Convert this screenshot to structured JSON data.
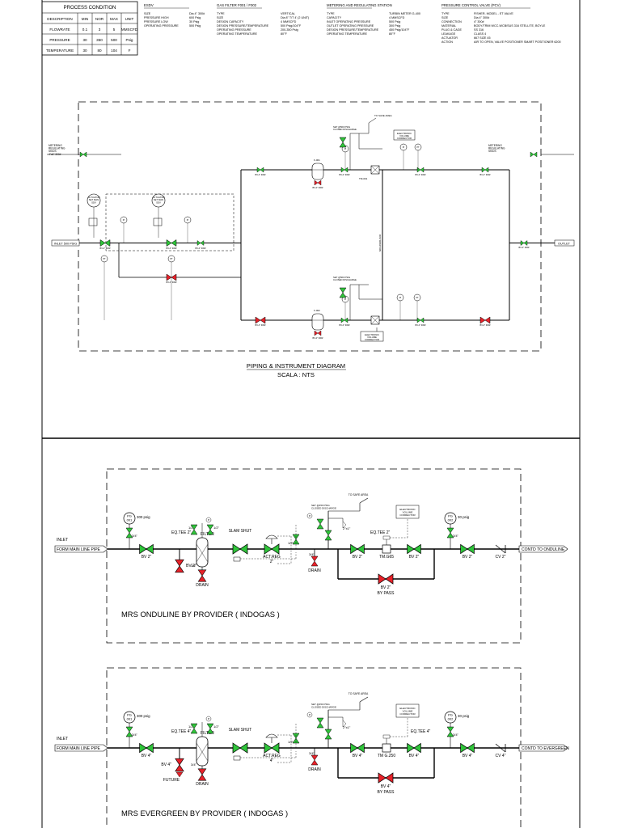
{
  "process_table": {
    "title": "PROCESS CONDITION",
    "headers": [
      "DESCRIPTION",
      "MIN",
      "NOR",
      "MAX",
      "UNIT"
    ],
    "rows": [
      [
        "FLOWRATE",
        "0.1",
        "3",
        "5",
        "MMSCFD"
      ],
      [
        "PRESSURE",
        "30",
        "350",
        "500",
        "Psig"
      ],
      [
        "TEMPERATURE",
        "30",
        "80",
        "104",
        "F"
      ]
    ]
  },
  "spec_blocks": [
    {
      "title": "ESDV",
      "keys": [
        "SIZE",
        "PRESSURE HIGH",
        "PRESSURE LOW",
        "OPERATING PRESSURE"
      ],
      "values": [
        "Dia 4\" 300#",
        "600 Psig",
        "30 Psig",
        "500 Psig"
      ]
    },
    {
      "title": "GAS FILTER F001 / F002",
      "keys": [
        "TYPE",
        "SIZE",
        "DESIGN CAPACITY",
        "DESIGN PRESSURE/TEMPERATURE",
        "OPERATING PRESSURE",
        "OPERATING TEMPERATURE"
      ],
      "values": [
        "VERTICAL",
        "Dia 8\" T/T 4' (2 UNIT)",
        "4 MMSCFD",
        "500 Psig/104°F",
        "200-350 Psig",
        "80°F"
      ]
    },
    {
      "title": "METERING AND REGULATING STATION",
      "keys": [
        "TYPE",
        "CAPACITY",
        "INLET OPERATING PRESSURE",
        "OUTLET OPERATING PRESSURE",
        "DESIGN PRESSURE/TEMPERATURE",
        "OPERATING TEMPERATURE"
      ],
      "values": [
        "TURBIN METER G-400",
        "4 MMSCFD",
        "500 Psig",
        "300 Psig",
        "450 Psig/104°F",
        "80°F"
      ]
    },
    {
      "title": "PRESSURE CONTROL VALVE (PCV)",
      "keys": [
        "TYPE",
        "SIZE",
        "CONNECTION",
        "MATERIAL",
        "PLUG & CAGE",
        "LEAKAGE",
        "ACTUATOR",
        "ACTION"
      ],
      "values": [
        "FISHER, MODEL - ET VALVE",
        "Dia 4\" 300#",
        "4\" 300#",
        "BODY/TRIM WCC-WCB/SUS 316 STELLITE, BOYLE",
        "SS 316",
        "CLASS 4",
        "667 SIZE 45",
        "AIR TO OPEN, VALVE POSITIONER SMART POSITIONER 6200"
      ]
    }
  ],
  "pid": {
    "title": "PIPING & INSTRUMENT DIAGRAM",
    "scale": "SCALA : NTS",
    "inlet": "INLET 500 PSIG",
    "outlet": "OUTLET",
    "vent": "TO SAFE AREA",
    "metering_left": [
      "METERING",
      "REGULATING",
      "SKIDS",
      "4\"x6\" 300#"
    ],
    "metering_right": [
      "METERING",
      "REGULATING",
      "SKIDS"
    ],
    "flow_comp": [
      "ELECTRONIC",
      "VOLUME",
      "CORRECTOR"
    ],
    "actuator": [
      "ACTUATOR",
      "SET MAN",
      "SDV"
    ],
    "psv": [
      "SET @500 PSIG",
      "CLOSED DISCHARGE"
    ],
    "tag_bv": "BV-4\" 300#",
    "tag_bv2": "BV-2\" 300#",
    "tag_pi": "PI",
    "tag_pt": "PT",
    "tag_f001": "F-001",
    "tag_f002": "F-002",
    "tag_tm": "TM-001",
    "vertical_note": "DISTRIBUTION"
  },
  "onduline": {
    "title": "MRS ONDULINE BY PROVIDER ( INDOGAS )",
    "inlet_lbl": "INLET",
    "inlet_pipe": "FORM MAIN LINE PIPE",
    "outlet_pipe": "CONTD TO ONDULINE",
    "pg1": [
      "PG",
      "001"
    ],
    "pg1_psi": "300 psig",
    "pg2": [
      "PG",
      "002"
    ],
    "pg2_psi": "30 psig",
    "sz_34": "3/4\"",
    "sz_12": "1/2\"",
    "sz_2x1": "2\"x1\"",
    "eqtee": "EQ.TEE 2\"",
    "filter": "FILTER",
    "slam": "SLAM SHUT",
    "actreg": [
      "ACT.REG",
      "2\""
    ],
    "bv2": "BV 2\"",
    "drain": "DRAIN",
    "tm": "TM.G65",
    "cv": "CV 2\"",
    "bypass": "BY PASS",
    "safe": "TO SAFE AREA",
    "psv": [
      "SET @450 PSIG",
      "CLOSED DISCHARGE"
    ],
    "evc": [
      "ELECTRONIC",
      "VOLUME",
      "CORRECTOR"
    ],
    "pi": "PI"
  },
  "evergreen": {
    "title": "MRS EVERGREEN BY PROVIDER ( INDOGAS )",
    "inlet_lbl": "INLET",
    "inlet_pipe": "FORM MAIN LINE PIPE",
    "outlet_pipe": "CONTD TO EVERGREEN",
    "pg1": [
      "PG",
      "001"
    ],
    "pg1_psi": "300 psig",
    "pg2": [
      "PG",
      "002"
    ],
    "pg2_psi": "30 psig",
    "sz_34": "3/4\"",
    "sz_12": "1/2\"",
    "sz_2x1": "2\"x1\"",
    "eqtee": "EQ.TEE 4\"",
    "filter": "FILTER",
    "slam": "SLAM SHUT",
    "actreg": [
      "ACT.REG",
      "4\""
    ],
    "bv4": "BV 4\"",
    "drain": "DRAIN",
    "future": "FUTURE",
    "tm": "TM G.250",
    "cv": "CV 4\"",
    "bypass": "BY PASS",
    "safe": "TO SAFE AREA",
    "psv": [
      "SET @450 PSIG",
      "CLOSED DISCHARGE"
    ],
    "evc": [
      "ELECTRONIC",
      "VOLUME",
      "CORRECTOR"
    ],
    "pi": "PI"
  },
  "colors": {
    "valve_green": "#2fc43a",
    "valve_red": "#e8222a",
    "line": "#000000"
  }
}
